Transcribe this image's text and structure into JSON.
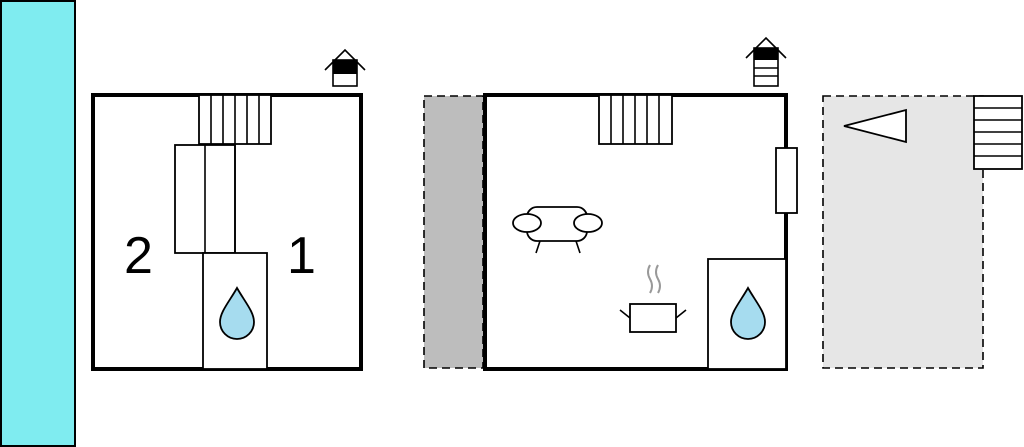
{
  "floor_plan": {
    "rooms": [
      {
        "id": "room-1",
        "label": "1"
      },
      {
        "id": "room-2",
        "label": "2"
      }
    ],
    "icons": {
      "stairs": "stairs-icon",
      "house_ground": "house-ground-floor-icon",
      "house_upper": "house-upper-floor-icon",
      "bathroom": "water-drop-icon",
      "kitchen": "cooking-pot-icon",
      "living": "sofa-icon",
      "direction": "triangle-arrow-icon"
    },
    "colors": {
      "water": "#7fecf0",
      "bathroom_drop": "#a6dcef",
      "covered_area": "#bdbdbd",
      "terrace": "#e6e6e6",
      "walls": "#000000",
      "steam": "#999999"
    }
  }
}
